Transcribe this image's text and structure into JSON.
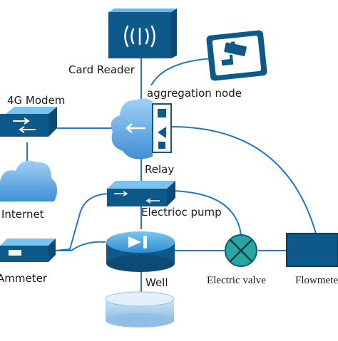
{
  "labels": {
    "card_reader": "Card Reader",
    "modem": "4G Modem",
    "aggregation": "aggregation node",
    "internet": "Internet",
    "relay": "Relay",
    "pump": "Electrioc pump",
    "ammeter": "Ammeter",
    "well": "Well",
    "valve": "Electric valve",
    "flowmeter": "Flowmeter"
  },
  "colors": {
    "device_dark": "#0d5a8a",
    "device_mid": "#1f7fbd",
    "device_light": "#6bb7e6",
    "cloud": "#3f8fd6",
    "cloud_light": "#8cc3ef",
    "valve": "#2aa6a0",
    "line": "#1f78c8",
    "text": "#1a1a1a"
  },
  "icons": {
    "card_reader": "contactless-card-reader-icon",
    "camera": "surveillance-camera-icon",
    "modem": "network-switch-icon",
    "gateway": "cloud-gateway-icon",
    "internet": "cloud-icon",
    "relay": "relay-box-icon",
    "ammeter": "meter-box-icon",
    "pump": "pump-icon",
    "valve": "valve-icon",
    "flowmeter": "flowmeter-icon",
    "well": "well-cylinder-icon"
  }
}
